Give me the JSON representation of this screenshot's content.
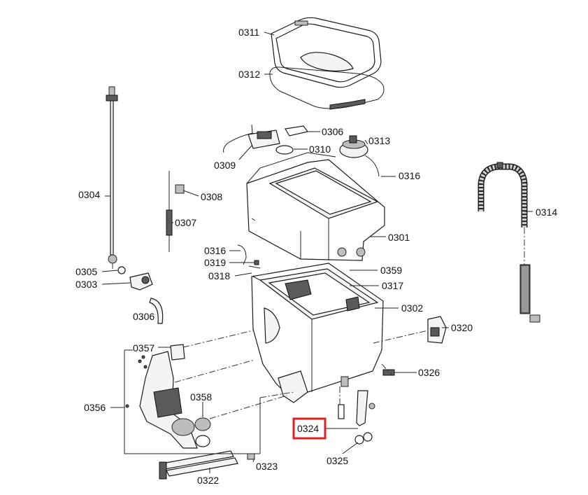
{
  "labels": {
    "p0311": "0311",
    "p0312": "0312",
    "p0306a": "0306",
    "p0313": "0313",
    "p0310": "0310",
    "p0309": "0309",
    "p0316a": "0316",
    "p0304": "0304",
    "p0308": "0308",
    "p0307": "0307",
    "p0314": "0314",
    "p0301": "0301",
    "p0316b": "0316",
    "p0319": "0319",
    "p0318": "0318",
    "p0305": "0305",
    "p0303": "0303",
    "p0359": "0359",
    "p0317": "0317",
    "p0302": "0302",
    "p0306b": "0306",
    "p0320": "0320",
    "p0357": "0357",
    "p0326": "0326",
    "p0356": "0356",
    "p0358": "0358",
    "p0324": "0324",
    "p0325": "0325",
    "p0323": "0323",
    "p0322": "0322"
  },
  "highlighted_part": "0324",
  "highlight_color": "#e02020"
}
